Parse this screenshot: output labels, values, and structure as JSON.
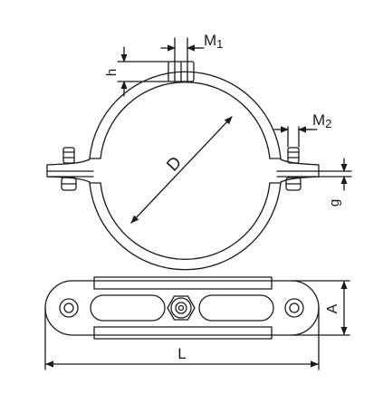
{
  "drawing": {
    "labels": {
      "m1": "M1",
      "m2": "M2",
      "h": "h",
      "d": "D",
      "g": "g",
      "a": "A",
      "l": "L"
    },
    "colors": {
      "line": "#1a1a1a",
      "liner": "#ffffff",
      "background": "#ffffff"
    }
  }
}
